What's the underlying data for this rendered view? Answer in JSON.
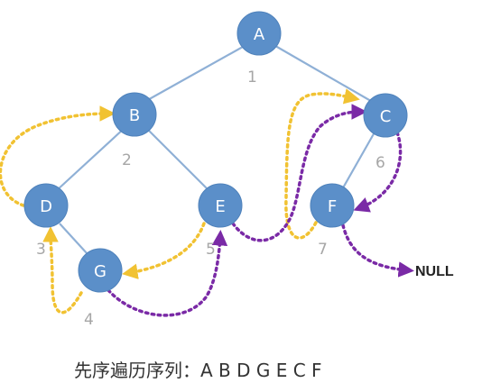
{
  "nodes": {
    "A": {
      "label": "A",
      "order": "1"
    },
    "B": {
      "label": "B",
      "order": "2"
    },
    "C": {
      "label": "C",
      "order": "6"
    },
    "D": {
      "label": "D",
      "order": "3"
    },
    "E": {
      "label": "E",
      "order": "5"
    },
    "F": {
      "label": "F",
      "order": "7"
    },
    "G": {
      "label": "G",
      "order": "4"
    }
  },
  "null_label": "NULL",
  "caption": "先序遍历序列：A B D G E C F",
  "colors": {
    "node_fill": "#5b8fc9",
    "edge": "#8fb0d6",
    "predecessor_thread": "#f1c232",
    "successor_thread": "#7a2aa6",
    "order_number": "#a6a6a6"
  }
}
